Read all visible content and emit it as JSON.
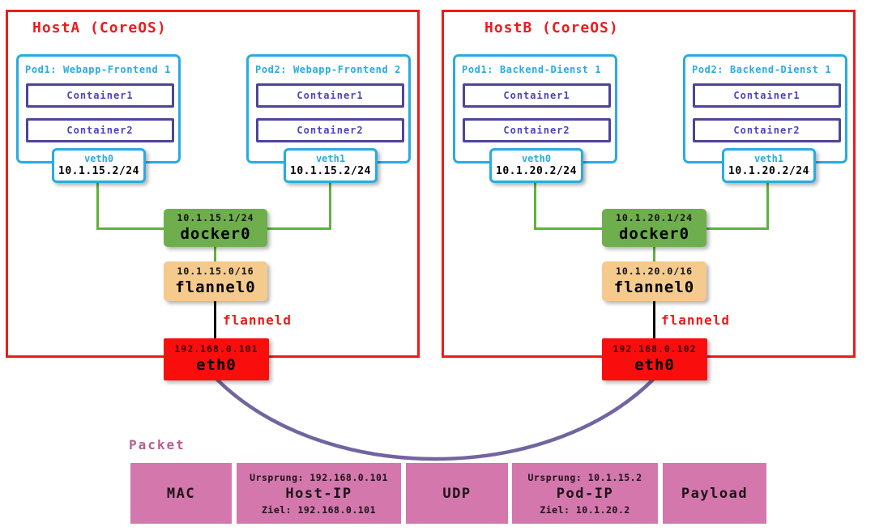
{
  "hosts": [
    {
      "title": "HostA (CoreOS)",
      "pods": [
        {
          "title": "Pod1: Webapp-Frontend 1",
          "containers": [
            "Container1",
            "Container2"
          ],
          "veth": {
            "name": "veth0",
            "ip": "10.1.15.2/24"
          }
        },
        {
          "title": "Pod2: Webapp-Frontend 2",
          "containers": [
            "Container1",
            "Container2"
          ],
          "veth": {
            "name": "veth1",
            "ip": "10.1.15.2/24"
          }
        }
      ],
      "docker0": {
        "ip": "10.1.15.1/24",
        "name": "docker0"
      },
      "flannel0": {
        "ip": "10.1.15.0/16",
        "name": "flannel0"
      },
      "flanneld": "flanneld",
      "eth0": {
        "ip": "192.168.0.101",
        "name": "eth0"
      }
    },
    {
      "title": "HostB (CoreOS)",
      "pods": [
        {
          "title": "Pod1: Backend-Dienst 1",
          "containers": [
            "Container1",
            "Container2"
          ],
          "veth": {
            "name": "veth0",
            "ip": "10.1.20.2/24"
          }
        },
        {
          "title": "Pod2: Backend-Dienst 1",
          "containers": [
            "Container1",
            "Container2"
          ],
          "veth": {
            "name": "veth1",
            "ip": "10.1.20.2/24"
          }
        }
      ],
      "docker0": {
        "ip": "10.1.20.1/24",
        "name": "docker0"
      },
      "flannel0": {
        "ip": "10.1.20.0/16",
        "name": "flannel0"
      },
      "flanneld": "flanneld",
      "eth0": {
        "ip": "192.168.0.102",
        "name": "eth0"
      }
    }
  ],
  "packet": {
    "label": "Packet",
    "segments": [
      {
        "title": "MAC"
      },
      {
        "source": "Ursprung: 192.168.0.101",
        "title": "Host-IP",
        "dest": "Ziel: 192.168.0.101"
      },
      {
        "title": "UDP"
      },
      {
        "source": "Ursprung: 10.1.15.2",
        "title": "Pod-IP",
        "dest": "Ziel: 10.1.20.2"
      },
      {
        "title": "Payload"
      }
    ]
  },
  "colors": {
    "host_border_red": "#ee1b1b",
    "eth0_red": "#fa0d0d",
    "pod_blue": "#29abe2",
    "container_purple": "#4d4596",
    "docker0_green": "#6fae4d",
    "connector_green": "#5fb33c",
    "flannel0_tan": "#f4ca8d",
    "packet_pink": "#d377ad",
    "packet_label_pink": "#b55e91",
    "link_curve_purple": "#72659f"
  }
}
